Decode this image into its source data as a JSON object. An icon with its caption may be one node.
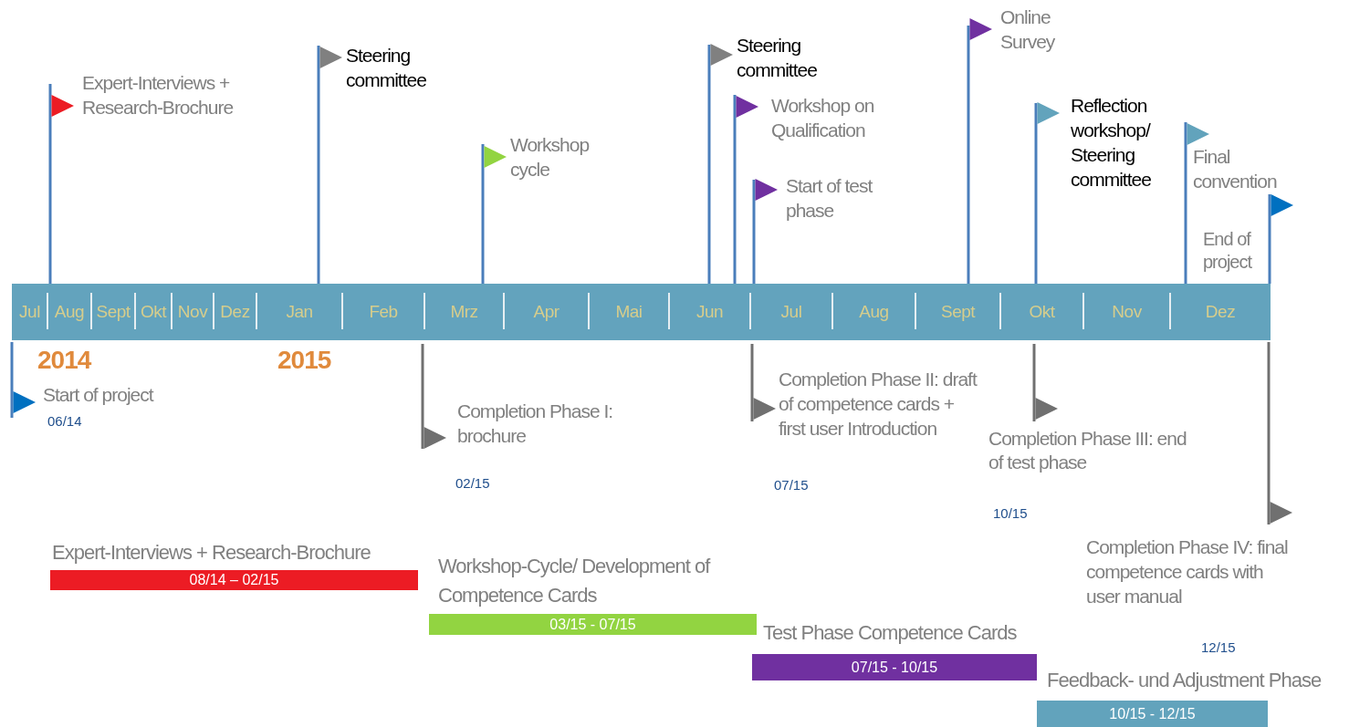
{
  "diagram": {
    "nodes": [
      {
        "text": [
          "Jul",
          "Aug",
          "Sept",
          "Okt",
          "Nov",
          "Dez",
          "Jan",
          "Feb",
          "Mrz",
          "Apr",
          "Mai",
          "Jun",
          "Jul",
          "Aug",
          "Sept",
          "Okt",
          "Nov",
          "Dez"
        ]
      },
      {
        "text": [
          "08/14 – 02/15"
        ],
        "beside": [
          "Expert-Interviews + Research-Brochure"
        ]
      },
      {
        "text": [
          "03/15 - 07/15"
        ],
        "beside": [
          "Workshop-Cycle/ Development of Competence Cards"
        ]
      },
      {
        "text": [
          "07/15 - 10/15"
        ],
        "beside": [
          "Test Phase Competence Cards"
        ]
      },
      {
        "text": [
          "10/15 - 12/15"
        ],
        "beside": [
          "Feedback- und Adjustment Phase"
        ]
      }
    ],
    "labels": [
      "Expert-Interviews + Research-Brochure",
      "Steering committee",
      "Workshop cycle",
      "Steering committee",
      "Workshop on Qualification",
      "Start of test phase",
      "Online Survey",
      "Reflection workshop/ Steering committee",
      "Final convention",
      "End of project",
      "2014",
      "2015",
      "Start of project",
      "06/14",
      "Completion Phase I: brochure",
      "02/15",
      "Completion Phase II: draft of competence cards + first user Introduction",
      "07/15",
      "Completion Phase III: end of test phase",
      "10/15",
      "Completion Phase IV: final competence cards with user manual",
      "12/15"
    ]
  }
}
